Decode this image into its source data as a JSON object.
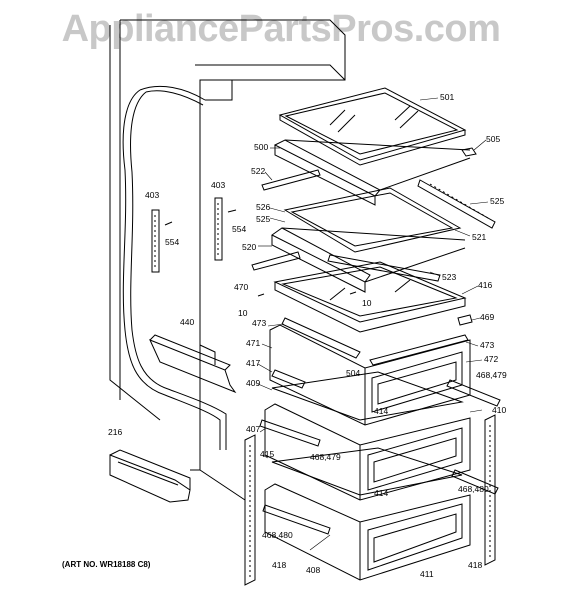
{
  "watermark": "AppliancePartsPros.com",
  "art_number": "(ART NO. WR18188 C8)",
  "part_labels": [
    {
      "id": "p501",
      "text": "501"
    },
    {
      "id": "p505",
      "text": "505"
    },
    {
      "id": "p500",
      "text": "500"
    },
    {
      "id": "p522",
      "text": "522"
    },
    {
      "id": "p526",
      "text": "526"
    },
    {
      "id": "p525a",
      "text": "525"
    },
    {
      "id": "p525b",
      "text": "525"
    },
    {
      "id": "p521",
      "text": "521"
    },
    {
      "id": "p520",
      "text": "520"
    },
    {
      "id": "p523",
      "text": "523"
    },
    {
      "id": "p403a",
      "text": "403"
    },
    {
      "id": "p403b",
      "text": "403"
    },
    {
      "id": "p554a",
      "text": "554"
    },
    {
      "id": "p554b",
      "text": "554"
    },
    {
      "id": "p470",
      "text": "470"
    },
    {
      "id": "p10a",
      "text": "10"
    },
    {
      "id": "p10b",
      "text": "10"
    },
    {
      "id": "p416",
      "text": "416"
    },
    {
      "id": "p469",
      "text": "469"
    },
    {
      "id": "p473a",
      "text": "473"
    },
    {
      "id": "p473b",
      "text": "473"
    },
    {
      "id": "p440",
      "text": "440"
    },
    {
      "id": "p471",
      "text": "471"
    },
    {
      "id": "p417",
      "text": "417"
    },
    {
      "id": "p504",
      "text": "504"
    },
    {
      "id": "p472",
      "text": "472"
    },
    {
      "id": "p468479a",
      "text": "468,479"
    },
    {
      "id": "p409",
      "text": "409"
    },
    {
      "id": "p414a",
      "text": "414"
    },
    {
      "id": "p410",
      "text": "410"
    },
    {
      "id": "p407",
      "text": "407"
    },
    {
      "id": "p468479b",
      "text": "468,479"
    },
    {
      "id": "p216",
      "text": "216"
    },
    {
      "id": "p415",
      "text": "415"
    },
    {
      "id": "p414b",
      "text": "414"
    },
    {
      "id": "p468480a",
      "text": "468,480"
    },
    {
      "id": "p468480b",
      "text": "468,480"
    },
    {
      "id": "p418a",
      "text": "418"
    },
    {
      "id": "p418b",
      "text": "418"
    },
    {
      "id": "p408",
      "text": "408"
    },
    {
      "id": "p411",
      "text": "411"
    }
  ]
}
